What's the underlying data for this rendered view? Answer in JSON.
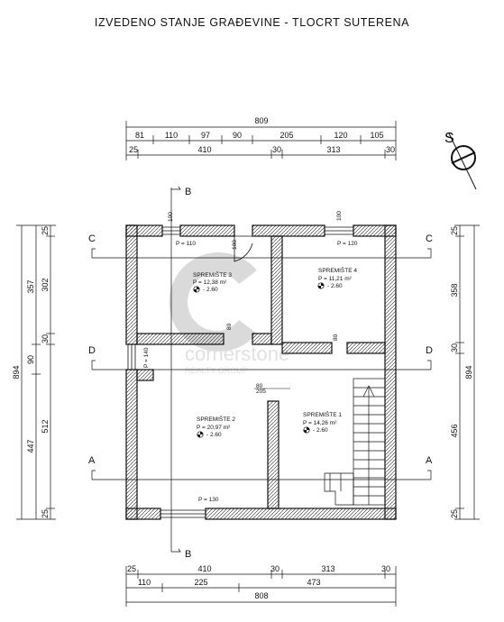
{
  "title": "IZVEDENO STANJE GRAĐEVINE - TLOCRT SUTERENA",
  "watermark": {
    "brand": "cornerstone",
    "tagline": "REALTY GROUP"
  },
  "compass": {
    "letter": "S"
  },
  "top_dims": {
    "total": "809",
    "row1": [
      "81",
      "110",
      "97",
      "90",
      "205",
      "120",
      "105"
    ],
    "row2": [
      "25",
      "410",
      "30",
      "313",
      "30"
    ]
  },
  "bottom_dims": {
    "row1": [
      "25",
      "410",
      "30",
      "313",
      "30"
    ],
    "row2": [
      "110",
      "225",
      "473"
    ],
    "total": "808"
  },
  "left_dims": {
    "total": "894",
    "outer": [
      "357",
      "90",
      "447"
    ],
    "inner": [
      "25",
      "302",
      "30",
      "512",
      "25"
    ]
  },
  "right_dims": {
    "total": "894",
    "inner": [
      "25",
      "358",
      "30",
      "456",
      "25"
    ]
  },
  "sections": {
    "A": "A",
    "B": "B",
    "C": "C",
    "D": "D"
  },
  "rooms": [
    {
      "name": "SPREMIŠTE 3",
      "area": "P = 12,38 m²",
      "level": "- 2.60"
    },
    {
      "name": "SPREMIŠTE 4",
      "area": "P = 11,21 m²",
      "level": "- 2.60"
    },
    {
      "name": "SPREMIŠTE 2",
      "area": "P = 20,97 m²",
      "level": "- 2.60"
    },
    {
      "name": "SPREMIŠTE 1",
      "area": "P = 14,26 m²",
      "level": "- 2.60"
    }
  ],
  "openings": {
    "w1": "P = 110",
    "w2": "P = 120",
    "w3": "P = 140",
    "w4": "P = 130",
    "w1_dim": "100",
    "w2_dim": "100",
    "door1": "80",
    "door2": "80",
    "door_mid": "80",
    "door_mid2": "205",
    "door_left": "100"
  }
}
